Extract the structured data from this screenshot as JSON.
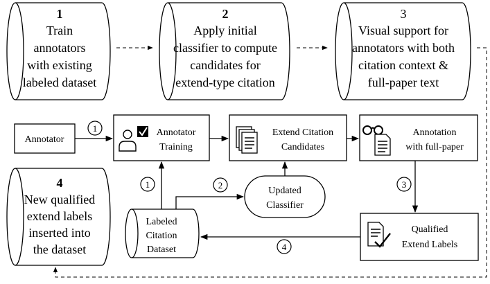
{
  "steps": [
    {
      "number": "1",
      "lines": [
        "Train",
        "annotators",
        "with existing",
        "labeled dataset"
      ]
    },
    {
      "number": "2",
      "lines": [
        "Apply initial",
        "classifier to compute",
        "candidates for",
        "extend-type citation"
      ]
    },
    {
      "number": "3",
      "lines": [
        "Visual support for",
        "annotators with both",
        "citation context &",
        "full-paper text"
      ]
    },
    {
      "number": "4",
      "lines": [
        "New qualified",
        "extend labels",
        "inserted into",
        "the dataset"
      ]
    }
  ],
  "nodes": {
    "annotator": "Annotator",
    "annotator_training": [
      "Annotator",
      "Training"
    ],
    "extend_candidates": [
      "Extend Citation",
      "Candidates"
    ],
    "annotation_full_paper": [
      "Annotation",
      "with full-paper"
    ],
    "updated_classifier": [
      "Updated",
      "Classifier"
    ],
    "labeled_dataset": [
      "Labeled",
      "Citation",
      "Dataset"
    ],
    "qualified_labels": [
      "Qualified",
      "Extend Labels"
    ]
  },
  "markers": [
    "1",
    "1",
    "2",
    "3",
    "4"
  ]
}
